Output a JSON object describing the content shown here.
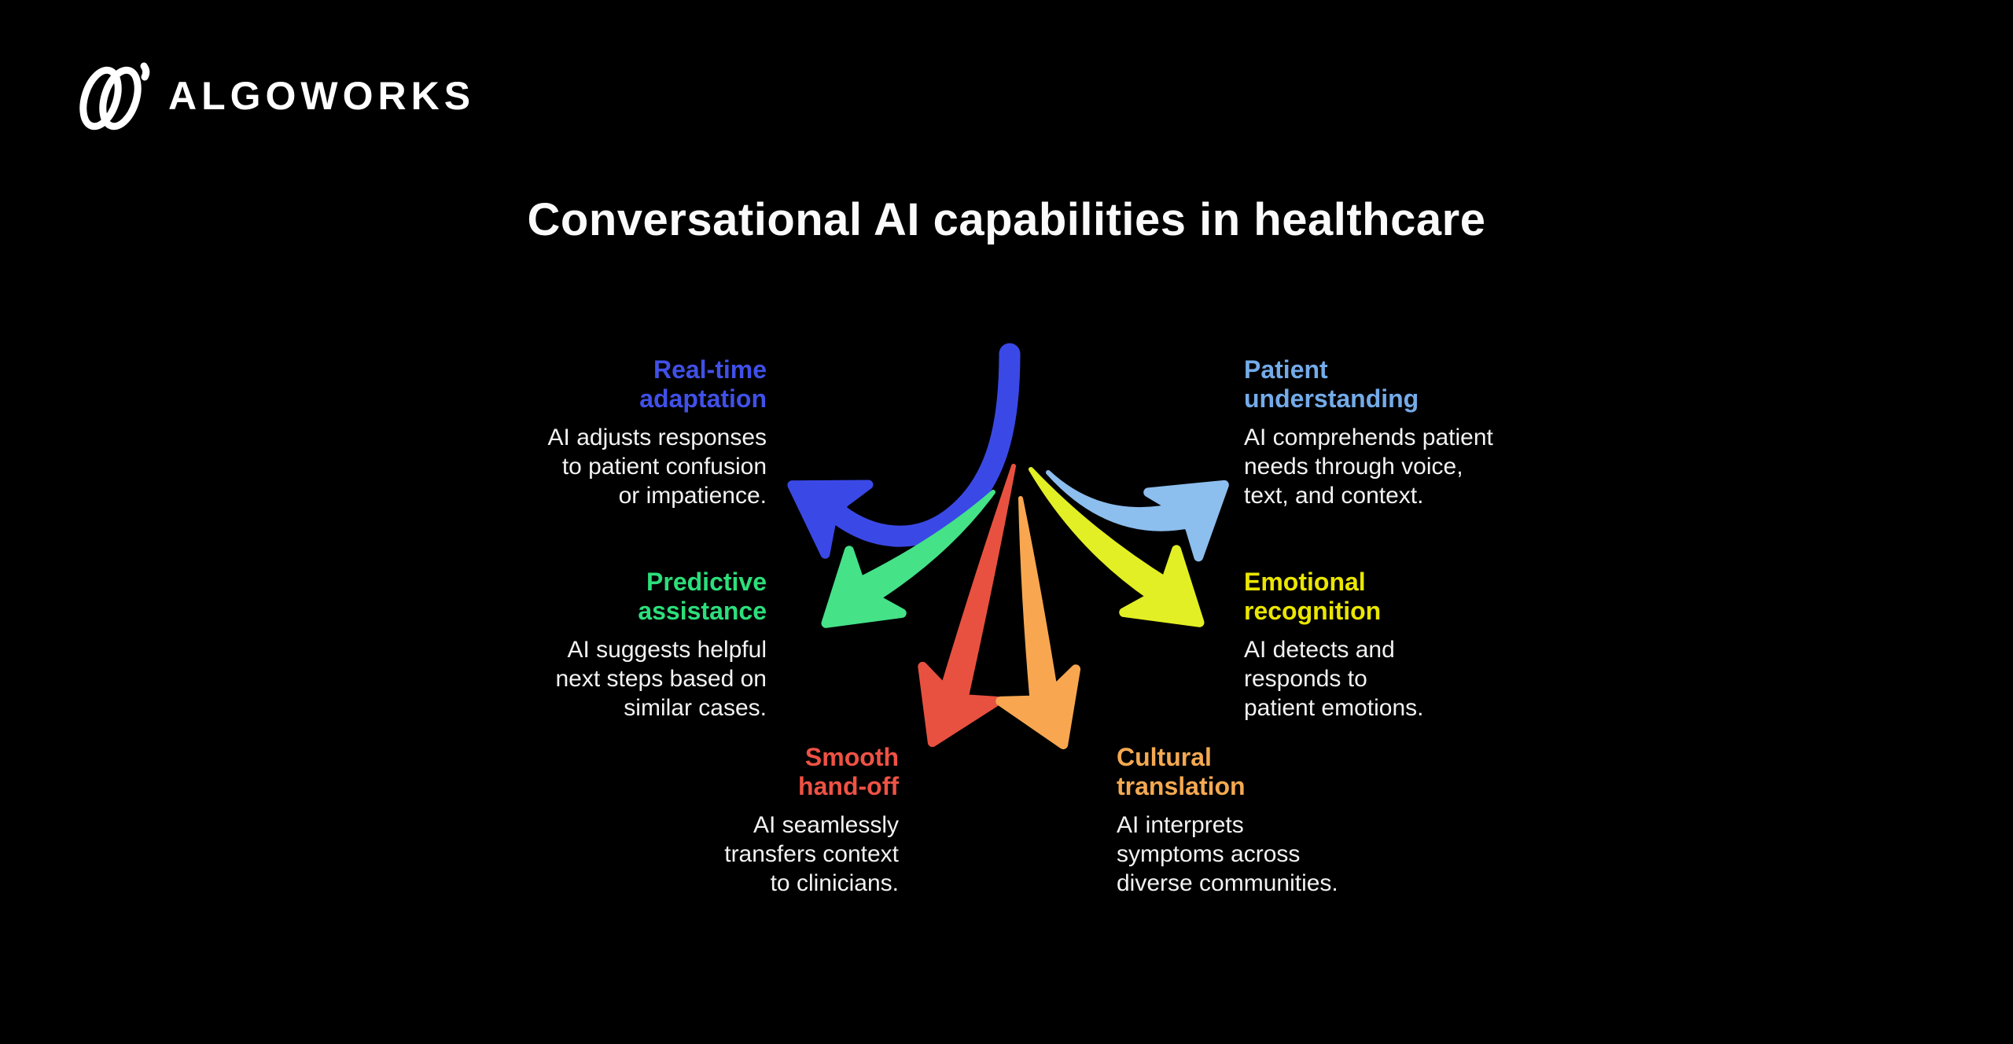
{
  "page": {
    "background": "#000000"
  },
  "logo": {
    "brand": "ALGOWORKS",
    "icon": "algoworks-logo-icon",
    "color": "#ffffff"
  },
  "title": "Conversational AI capabilities in healthcare",
  "capabilities": [
    {
      "id": "real-time-adaptation",
      "heading_line1": "Real-time",
      "heading_line2": "adaptation",
      "body_lines": [
        "AI adjusts responses",
        "to patient confusion",
        "or impatience."
      ],
      "color": "#4050e8",
      "arrow_color": "#3a49e6",
      "arrow_direction": "up-left"
    },
    {
      "id": "patient-understanding",
      "heading_line1": "Patient",
      "heading_line2": "understanding",
      "body_lines": [
        "AI comprehends patient",
        "needs through voice,",
        "text, and context."
      ],
      "color": "#74abe9",
      "arrow_color": "#8cbeee",
      "arrow_direction": "up-right"
    },
    {
      "id": "predictive-assistance",
      "heading_line1": "Predictive",
      "heading_line2": "assistance",
      "body_lines": [
        "AI suggests helpful",
        "next steps based on",
        "similar cases."
      ],
      "color": "#2cdf7b",
      "arrow_color": "#45e288",
      "arrow_direction": "down-left"
    },
    {
      "id": "emotional-recognition",
      "heading_line1": "Emotional",
      "heading_line2": "recognition",
      "body_lines": [
        "AI detects and",
        "responds to",
        "patient emotions."
      ],
      "color": "#eae600",
      "arrow_color": "#e2ef24",
      "arrow_direction": "down-right"
    },
    {
      "id": "smooth-hand-off",
      "heading_line1": "Smooth",
      "heading_line2": "hand-off",
      "body_lines": [
        "AI seamlessly",
        "transfers context",
        "to clinicians."
      ],
      "color": "#ef5244",
      "arrow_color": "#e85140",
      "arrow_direction": "down"
    },
    {
      "id": "cultural-translation",
      "heading_line1": "Cultural",
      "heading_line2": "translation",
      "body_lines": [
        "AI interprets",
        "symptoms across",
        "diverse communities."
      ],
      "color": "#f4a951",
      "arrow_color": "#f8a750",
      "arrow_direction": "down"
    }
  ]
}
